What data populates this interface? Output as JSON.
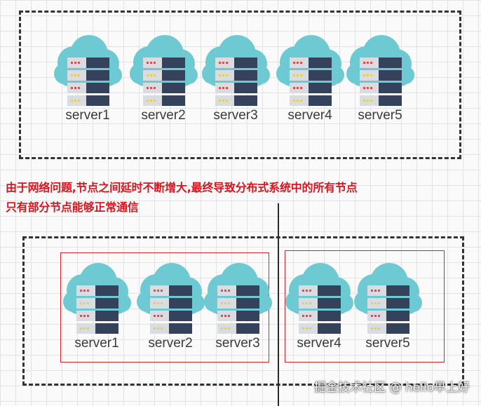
{
  "before": {
    "servers": [
      "server1",
      "server2",
      "server3",
      "server4",
      "server5"
    ]
  },
  "caption": {
    "line1": "由于网络问题,节点之间延时不断增大,最终导致分布式系统中的所有节点",
    "line2": "只有部分节点能够正常通信"
  },
  "after": {
    "partition_a": [
      "server1",
      "server2",
      "server3"
    ],
    "partition_b": [
      "server4",
      "server5"
    ]
  },
  "watermark": "掘金技术社区 @ hello早上好",
  "colors": {
    "cloud": "#6ecad2",
    "server_dark": "#34425c",
    "server_light": "#d9dce1",
    "partition_border": "#d0262d",
    "caption": "#d8161f"
  },
  "icons": {
    "server": "cloud-server-icon"
  }
}
